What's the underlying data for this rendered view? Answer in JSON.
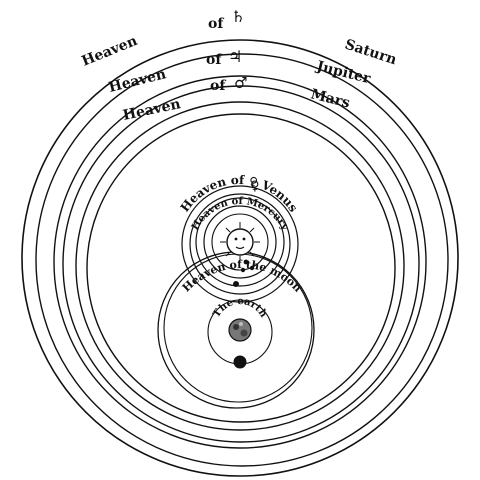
{
  "labels": {
    "saturn": {
      "left": "Heaven",
      "of": "of",
      "right": "Saturn",
      "symbol": "♄"
    },
    "jupiter": {
      "left": "Heaven",
      "of": "of",
      "right": "Jupiter",
      "symbol": "♃"
    },
    "mars": {
      "left": "Heaven",
      "of": "of",
      "right": "Mars",
      "symbol": "♂"
    },
    "venus": "Heaven of ♀ Venus",
    "mercury": "Heaven of Mercury",
    "moon": "Heaven of the moon",
    "earth": "The earth"
  },
  "colors": {
    "ink": "#111111",
    "paper": "#ffffff"
  },
  "icons": {
    "sun": "sun-face-icon",
    "earth": "earth-icon",
    "moon": "moon-icon",
    "mercury": "mercury-icon",
    "venus": "venus-icon"
  }
}
